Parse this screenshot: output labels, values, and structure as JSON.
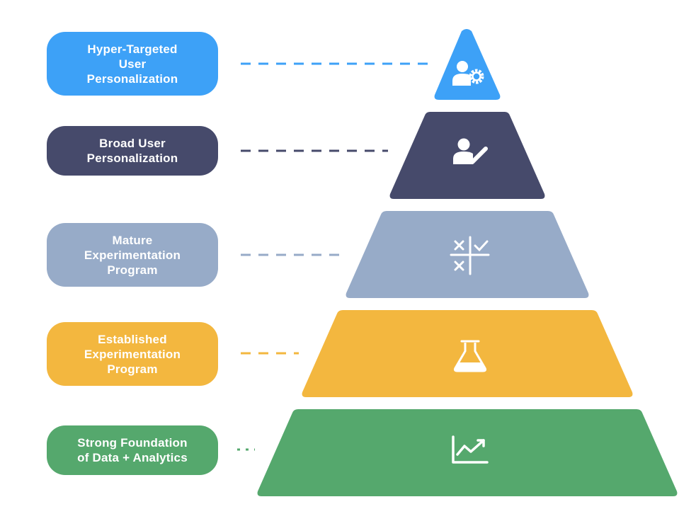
{
  "levels": [
    {
      "label": "Hyper-Targeted\nUser\nPersonalization",
      "color": "#3da1f7",
      "icon": "user-gear-icon"
    },
    {
      "label": "Broad User\nPersonalization",
      "color": "#464a6b",
      "icon": "user-edit-icon"
    },
    {
      "label": "Mature\nExperimentation\nProgram",
      "color": "#97abc8",
      "icon": "experiment-grid-icon"
    },
    {
      "label": "Established\nExperimentation\nProgram",
      "color": "#f3b73f",
      "icon": "flask-icon"
    },
    {
      "label": "Strong Foundation\nof Data + Analytics",
      "color": "#55a86d",
      "icon": "line-chart-icon"
    }
  ]
}
